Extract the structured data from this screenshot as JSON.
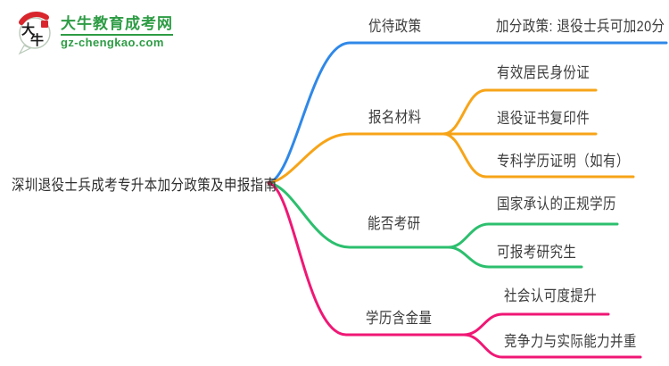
{
  "logo": {
    "icon_text": "大牛",
    "site_name": "大牛教育成考网",
    "site_url": "gz-chengkao.com"
  },
  "colors": {
    "logo_green": "#2e9c45",
    "logo_red": "#d8262c",
    "label_text": "#3c3c3c",
    "root_text": "#2e2e2e",
    "background": "#ffffff"
  },
  "mindmap": {
    "root": {
      "label": "深圳退役士兵成考专升本加分政策及申报指南"
    },
    "branches": [
      {
        "label": "优待政策",
        "color": "#2f88e8",
        "children": [
          {
            "label": "加分政策: 退役士兵可加20分"
          }
        ]
      },
      {
        "label": "报名材料",
        "color": "#f7a418",
        "children": [
          {
            "label": "有效居民身份证"
          },
          {
            "label": "退役证书复印件"
          },
          {
            "label": "专科学历证明（如有）"
          }
        ]
      },
      {
        "label": "能否考研",
        "color": "#2cbf6e",
        "children": [
          {
            "label": "国家承认的正规学历"
          },
          {
            "label": "可报考研究生"
          }
        ]
      },
      {
        "label": "学历含金量",
        "color": "#f01775",
        "children": [
          {
            "label": "社会认可度提升"
          },
          {
            "label": "竞争力与实际能力并重"
          }
        ]
      }
    ]
  }
}
